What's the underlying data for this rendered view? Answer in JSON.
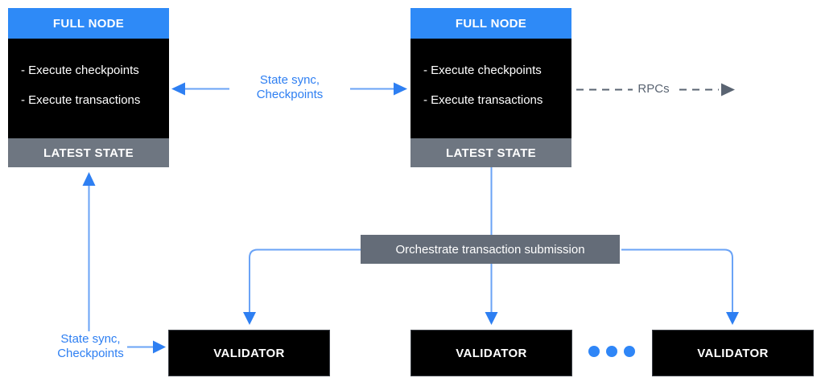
{
  "diagram": {
    "full_nodes": [
      {
        "title": "FULL NODE",
        "body_lines": [
          "- Execute checkpoints",
          "- Execute transactions"
        ],
        "footer": "LATEST STATE"
      },
      {
        "title": "FULL NODE",
        "body_lines": [
          "- Execute checkpoints",
          "- Execute transactions"
        ],
        "footer": "LATEST STATE"
      }
    ],
    "orchestrate_box": {
      "label": "Orchestrate transaction submission"
    },
    "validators": [
      {
        "label": "VALIDATOR"
      },
      {
        "label": "VALIDATOR"
      },
      {
        "label": "VALIDATOR"
      }
    ],
    "arrow_labels": {
      "node_sync_line1": "State sync,",
      "node_sync_line2": "Checkpoints",
      "rpcs": "RPCs",
      "validator_sync_line1": "State sync,",
      "validator_sync_line2": "Checkpoints"
    },
    "ellipsis": {
      "dot_count": 3
    },
    "colors": {
      "node_header_blue": "#2E8AF7",
      "node_body_black": "#000000",
      "latest_state_gray": "#6E7681",
      "orchestrate_gray": "#646C78",
      "arrow_accent_blue": "#2E7FF2",
      "arrow_line_blue": "#6AA3F6",
      "rpc_line_gray": "#5A6472",
      "text_white": "#FFFFFF"
    }
  }
}
